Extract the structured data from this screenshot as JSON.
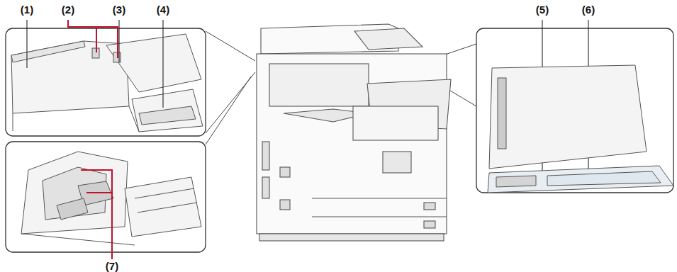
{
  "diagram": {
    "labels": [
      "(1)",
      "(2)",
      "(3)",
      "(4)",
      "(5)",
      "(6)",
      "(7)"
    ]
  }
}
